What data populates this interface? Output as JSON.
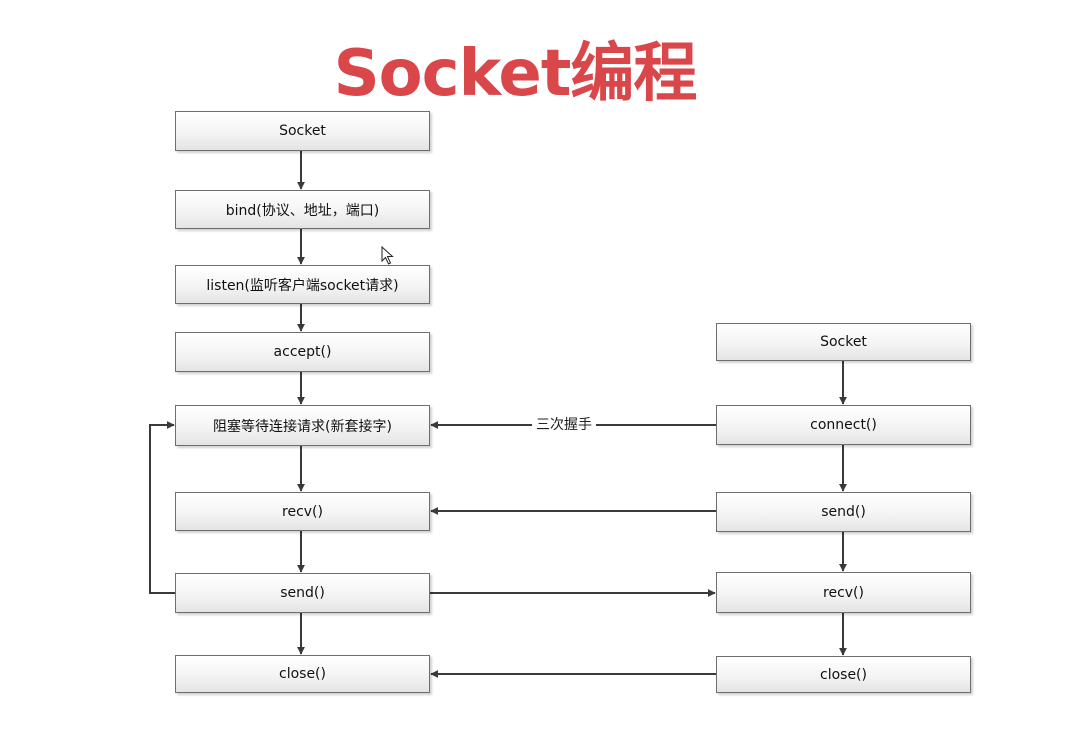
{
  "title": "Socket编程",
  "server": {
    "socket": "Socket",
    "bind": "bind(协议、地址，端口)",
    "listen": "listen(监听客户端socket请求)",
    "accept": "accept()",
    "wait": "阻塞等待连接请求(新套接字)",
    "recv": "recv()",
    "send": "send()",
    "close": "close()"
  },
  "client": {
    "socket": "Socket",
    "connect": "connect()",
    "send": "send()",
    "recv": "recv()",
    "close": "close()"
  },
  "handshake_label": "三次握手",
  "icons": [
    "mouse-pointer-icon"
  ]
}
